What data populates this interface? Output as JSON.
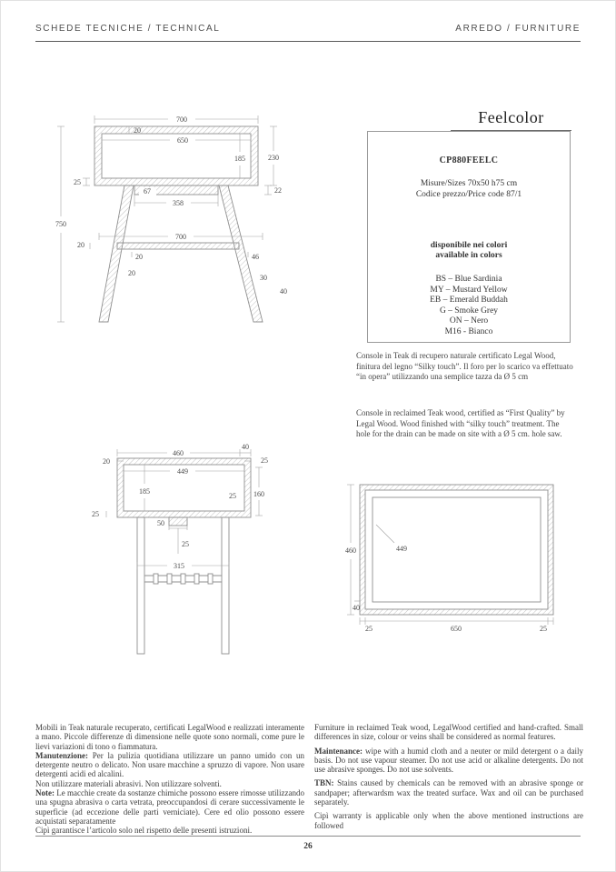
{
  "header": {
    "left": "SCHEDE TECNICHE / TECHNICAL",
    "right": "ARREDO / FURNITURE"
  },
  "product": {
    "title": "Feelcolor",
    "code": "CP880FEELC",
    "sizes": "Misure/Sizes 70x50 h75 cm",
    "price_code": "Codice prezzo/Price code 87/1",
    "colors_heading_1": "disponibile nei colori",
    "colors_heading_2": "available in colors",
    "colors": [
      "BS – Blue Sardinia",
      "MY – Mustard Yellow",
      "EB – Emerald Buddah",
      "G – Smoke Grey",
      "ON – Nero",
      "M16 - Bianco"
    ],
    "description_it": "Console in Teak di recupero naturale certificato Legal Wood, finitura del legno “Silky touch”. Il foro per lo scarico va effettuato “in opera” utilizzando una semplice tazza da Ø 5 cm",
    "description_en": "Console in reclaimed Teak wood, certified as “First Quality” by Legal Wood. Wood finished with “silky touch” treatment. The hole for the drain can be made on site with a Ø 5 cm. hole saw."
  },
  "drawings": {
    "front": {
      "top_width": "700",
      "top_thickness": "20",
      "inner_width": "650",
      "inner_height": "185",
      "outer_height": "230",
      "bottom_thickness": "25",
      "apron_height": "67",
      "apron_width": "358",
      "apron_right": "22",
      "total_height": "750",
      "stretcher_width": "700",
      "stretcher_left": "20",
      "leg_left": "20",
      "leg_right": "46",
      "leg_bottom": "20",
      "foot_offset": "30",
      "foot_width": "40"
    },
    "side": {
      "top_width": "460",
      "top_right": "40",
      "left_thickness": "20",
      "right_thickness": "25",
      "inner_width": "449",
      "inner_height": "185",
      "right_inner": "25",
      "right_height": "160",
      "bottom_thickness": "25",
      "drain_width": "50",
      "drain_offset": "25",
      "shelf_width": "315"
    },
    "plan": {
      "depth": "460",
      "inner_depth": "449",
      "edge": "40",
      "left_thickness": "25",
      "width": "650",
      "right_thickness": "25"
    }
  },
  "care": {
    "italian": [
      {
        "lead": "",
        "text": "Mobili in Teak naturale recuperato, certificati LegalWood e realizzati interamente a mano. Piccole differenze di dimensione nelle quote sono normali, come pure le lievi variazioni di tono o fiammatura."
      },
      {
        "lead": "Manutenzione:",
        "text": " Per la pulizia quotidiana utilizzare un panno umido con un detergente neutro o delicato. Non usare macchine a spruzzo di vapore. Non usare detergenti acidi ed alcalini."
      },
      {
        "lead": "",
        "text": "Non utilizzare materiali abrasivi. Non utilizzare solventi."
      },
      {
        "lead": "Note:",
        "text": " Le macchie create da sostanze chimiche possono essere rimosse utilizzando una spugna abrasiva o carta vetrata, preoccupandosi di cerare successivamente le superficie (ad eccezione delle parti verniciate). Cere ed olio possono essere acquistati separatamente"
      },
      {
        "lead": "",
        "text": "Cipì garantisce l’articolo solo nel rispetto delle presenti istruzioni."
      }
    ],
    "english": [
      {
        "lead": "",
        "text": "Furniture in reclaimed Teak wood, LegalWood certified and hand-crafted. Small differences in size, colour or veins shall be considered as normal features."
      },
      {
        "lead": "Maintenance:",
        "text": " wipe with a humid cloth and a neuter or mild detergent o a daily basis. Do not use vapour steamer. Do not use acid or alkaline detergents. Do not use abrasive sponges. Do not use solvents."
      },
      {
        "lead": "TBN:",
        "text": " Stains caused by chemicals can be removed with an abrasive sponge or sandpaper; afterwardsm wax the treated surface. Wax and oil can be purchased separately."
      },
      {
        "lead": "",
        "text": "Cipì warranty is applicable only when the above mentioned instructions are followed"
      }
    ]
  },
  "footer": {
    "page_number": "26"
  }
}
